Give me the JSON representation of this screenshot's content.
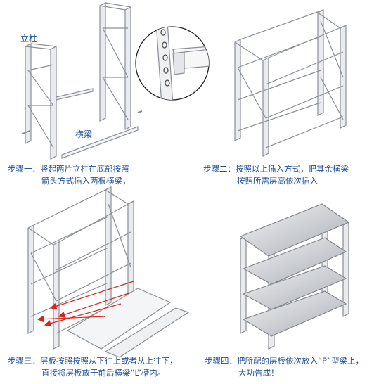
{
  "labels": {
    "column": "立柱",
    "beam": "横梁"
  },
  "steps": [
    {
      "prefix": "步骤一：",
      "line1": "竖起两片立柱在底部按照",
      "line2": "箭头方式插入两根横梁，"
    },
    {
      "prefix": "步骤二：",
      "line1": "按照以上插入方式，把其余横梁",
      "line2": "按照所需层高依次插入"
    },
    {
      "prefix": "步骤三：",
      "line1": "层板按照按照从下往上或者从上往下，",
      "line2": "直接将层板放于前后横梁“L”槽内。"
    },
    {
      "prefix": "步骤四：",
      "line1": "把所配的层板依次放入“P”型梁上，",
      "line2": "大功告成！"
    }
  ],
  "colors": {
    "text": "#1f4f9a",
    "frame": "#8a8f96",
    "frame_fill": "#e9ebee",
    "arrow": "#d8241f",
    "shelf": "#b9bdc3"
  }
}
